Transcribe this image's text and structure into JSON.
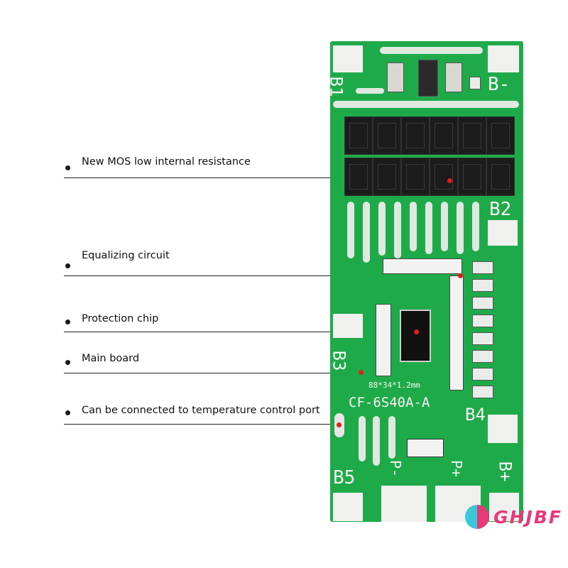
{
  "callouts": [
    {
      "label": "New MOS low internal resistance"
    },
    {
      "label": "Equalizing circuit"
    },
    {
      "label": "Protection chip"
    },
    {
      "label": "Main board"
    },
    {
      "label": "Can be connected to temperature control port"
    }
  ],
  "board": {
    "silkscreen": {
      "b1": "B1",
      "b_minus": "B-",
      "b2": "B2",
      "b3": "B3",
      "b4": "B4",
      "b5": "B5",
      "b_plus": "B+",
      "p_minus": "P-",
      "p_plus": "P+",
      "size": "88*34*1.2mm",
      "model": "CF-6S40A-A"
    },
    "color": "#1faa4a"
  },
  "watermark": {
    "text": "GHJBF",
    "colors": [
      "#e63a7a",
      "#3ac7d8"
    ]
  }
}
